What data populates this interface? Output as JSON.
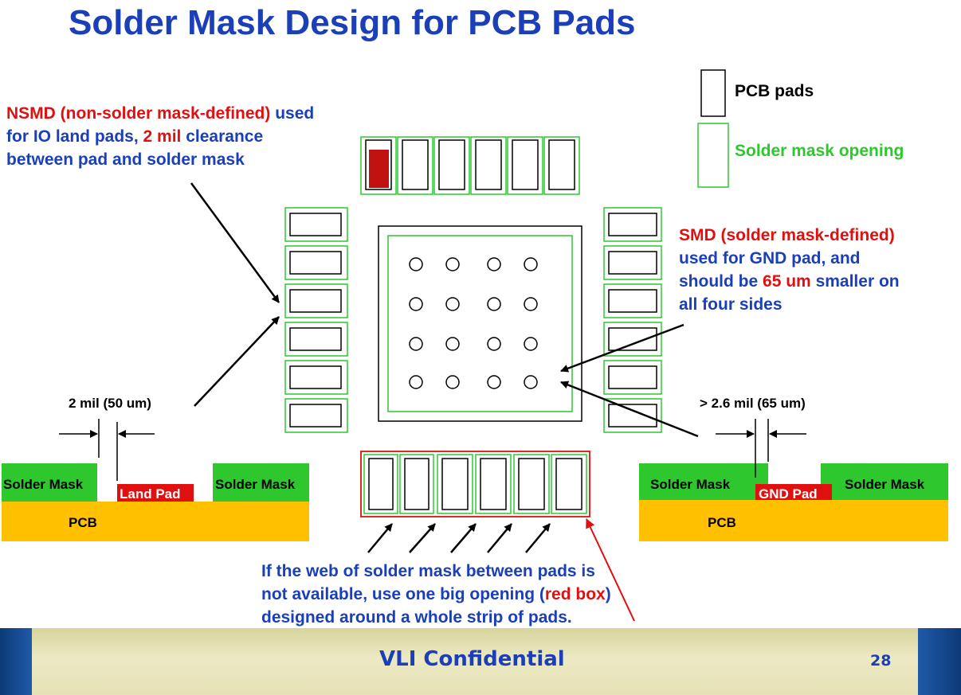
{
  "title": "Solder Mask Design for PCB Pads",
  "legend": {
    "pad_label": "PCB pads",
    "opening_label": "Solder mask opening"
  },
  "nsmd": {
    "term": "NSMD (non-solder mask-defined)",
    "used": "used",
    "line2_prefix": "for IO land pads,",
    "line2_value": "2 mil",
    "line2_suffix": "clearance",
    "line3": "between pad and solder mask"
  },
  "smd": {
    "term": "SMD (solder mask-defined)",
    "line2": "used for GND pad, and",
    "line3_prefix": "should be",
    "line3_value": "65 um",
    "line3_suffix": "smaller on",
    "line4": "all four sides"
  },
  "left_cross_section": {
    "clearance_label": "2 mil (50 um)",
    "mask_left": "Solder Mask",
    "pad": "Land Pad",
    "mask_right": "Solder Mask",
    "pcb": "PCB"
  },
  "right_cross_section": {
    "clearance_label": "> 2.6 mil (65 um)",
    "mask_left": "Solder Mask",
    "pad": "GND Pad",
    "mask_right": "Solder Mask",
    "pcb": "PCB"
  },
  "note": {
    "line1": "If the web of solder mask between pads is",
    "line2_prefix": "not available, use one big opening (",
    "line2_red": "red box",
    "line2_suffix": ")",
    "line3": "designed around a whole strip of pads."
  },
  "footer": {
    "confidential": "VLI Confidential",
    "page": "28"
  },
  "colors": {
    "title_blue": "#1a3fb8",
    "accent_red": "#e01010",
    "mask_green": "#2ec82e",
    "pcb_orange": "#ffc000"
  }
}
